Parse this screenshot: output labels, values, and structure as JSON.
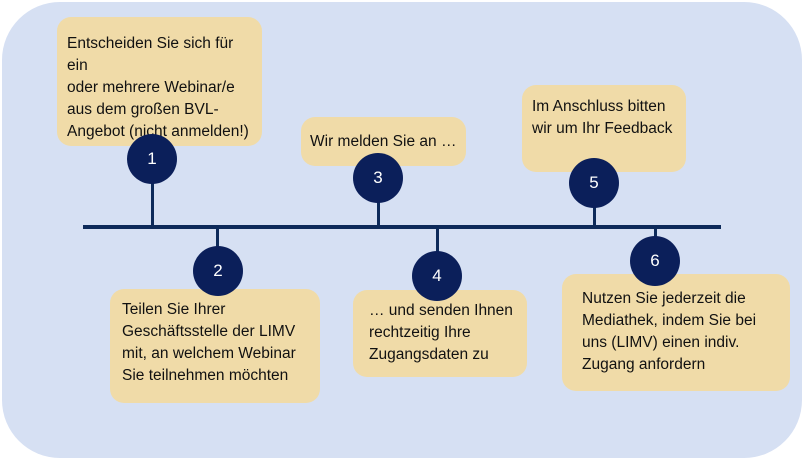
{
  "steps": [
    {
      "number": "1",
      "text": "Entscheiden Sie sich für ein\noder mehrere Webinar/e\naus dem großen BVL-\nAngebot (nicht anmelden!)"
    },
    {
      "number": "2",
      "text": "Teilen Sie Ihrer\nGeschäftsstelle der LIMV\nmit, an welchem Webinar\nSie teilnehmen möchten"
    },
    {
      "number": "3",
      "text": "Wir melden Sie an …"
    },
    {
      "number": "4",
      "text": "… und senden Ihnen\nrechtzeitig Ihre\nZugangsdaten zu"
    },
    {
      "number": "5",
      "text": "Im Anschluss bitten\nwir um Ihr Feedback"
    },
    {
      "number": "6",
      "text": "Nutzen Sie jederzeit die\nMediathek, indem Sie bei\nuns (LIMV) einen indiv.\nZugang anfordern"
    }
  ],
  "colors": {
    "background": "#d6e0f3",
    "box": "#f0dba8",
    "node": "#0b1f5a",
    "line": "#0d2a5a"
  }
}
